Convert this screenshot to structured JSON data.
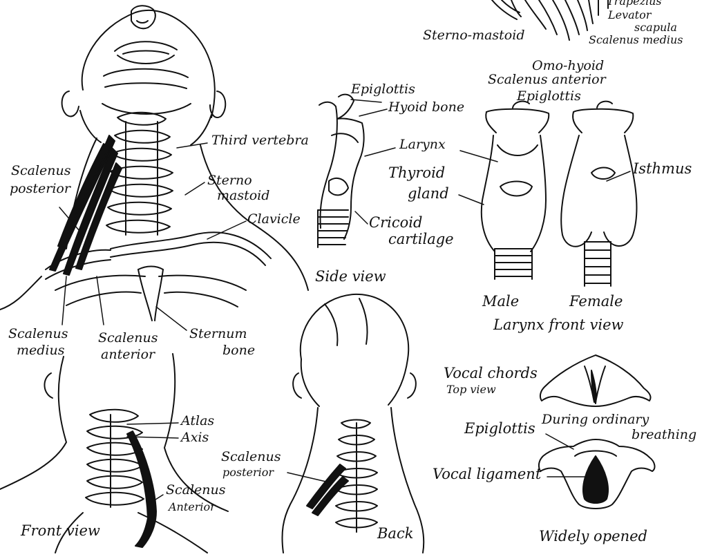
{
  "labels": {
    "trapezius": "Trapezius",
    "levator": "Levator",
    "scapula": "scapula",
    "sternomastoid_top": "Sterno-mastoid",
    "scalenus_medius_top": "Scalenus medius",
    "omo_hyoid": "Omo-hyoid",
    "scalenus_anterior_top": "Scalenus anterior",
    "epiglottis_side": "Epiglottis",
    "hyoid_bone": "Hyoid bone",
    "larynx_side": "Larynx",
    "thyroid": "Thyroid",
    "gland": "gland",
    "cricoid": "Cricoid",
    "cartilage": "cartilage",
    "side_view": "Side view",
    "epiglottis_front": "Epiglottis",
    "isthmus": "Isthmus",
    "male": "Male",
    "female": "Female",
    "larynx_front_view": "Larynx front view",
    "third_vertebra": "Third vertebra",
    "scalenus_posterior_1": "Scalenus",
    "scalenus_posterior_2": "posterior",
    "sterno": "Sterno",
    "mastoid": "mastoid",
    "clavicle": "Clavicle",
    "scalenus_medius_1": "Scalenus",
    "scalenus_medius_2": "medius",
    "scalenus_anterior_1": "Scalenus",
    "scalenus_anterior_2": "anterior",
    "sternum": "Sternum",
    "bone": "bone",
    "atlas": "Atlas",
    "axis": "Axis",
    "scalenus_anterior_low_1": "Scalenus",
    "scalenus_anterior_low_2": "Anterior",
    "front_view": "Front view",
    "scalenus_posterior_back_1": "Scalenus",
    "scalenus_posterior_back_2": "posterior",
    "back": "Back",
    "vocal_chords": "Vocal chords",
    "top_view": "Top view",
    "during_ordinary": "During ordinary",
    "breathing": "breathing",
    "epiglottis_vocal": "Epiglottis",
    "vocal_ligament": "Vocal ligament",
    "widely_opened": "Widely opened"
  }
}
